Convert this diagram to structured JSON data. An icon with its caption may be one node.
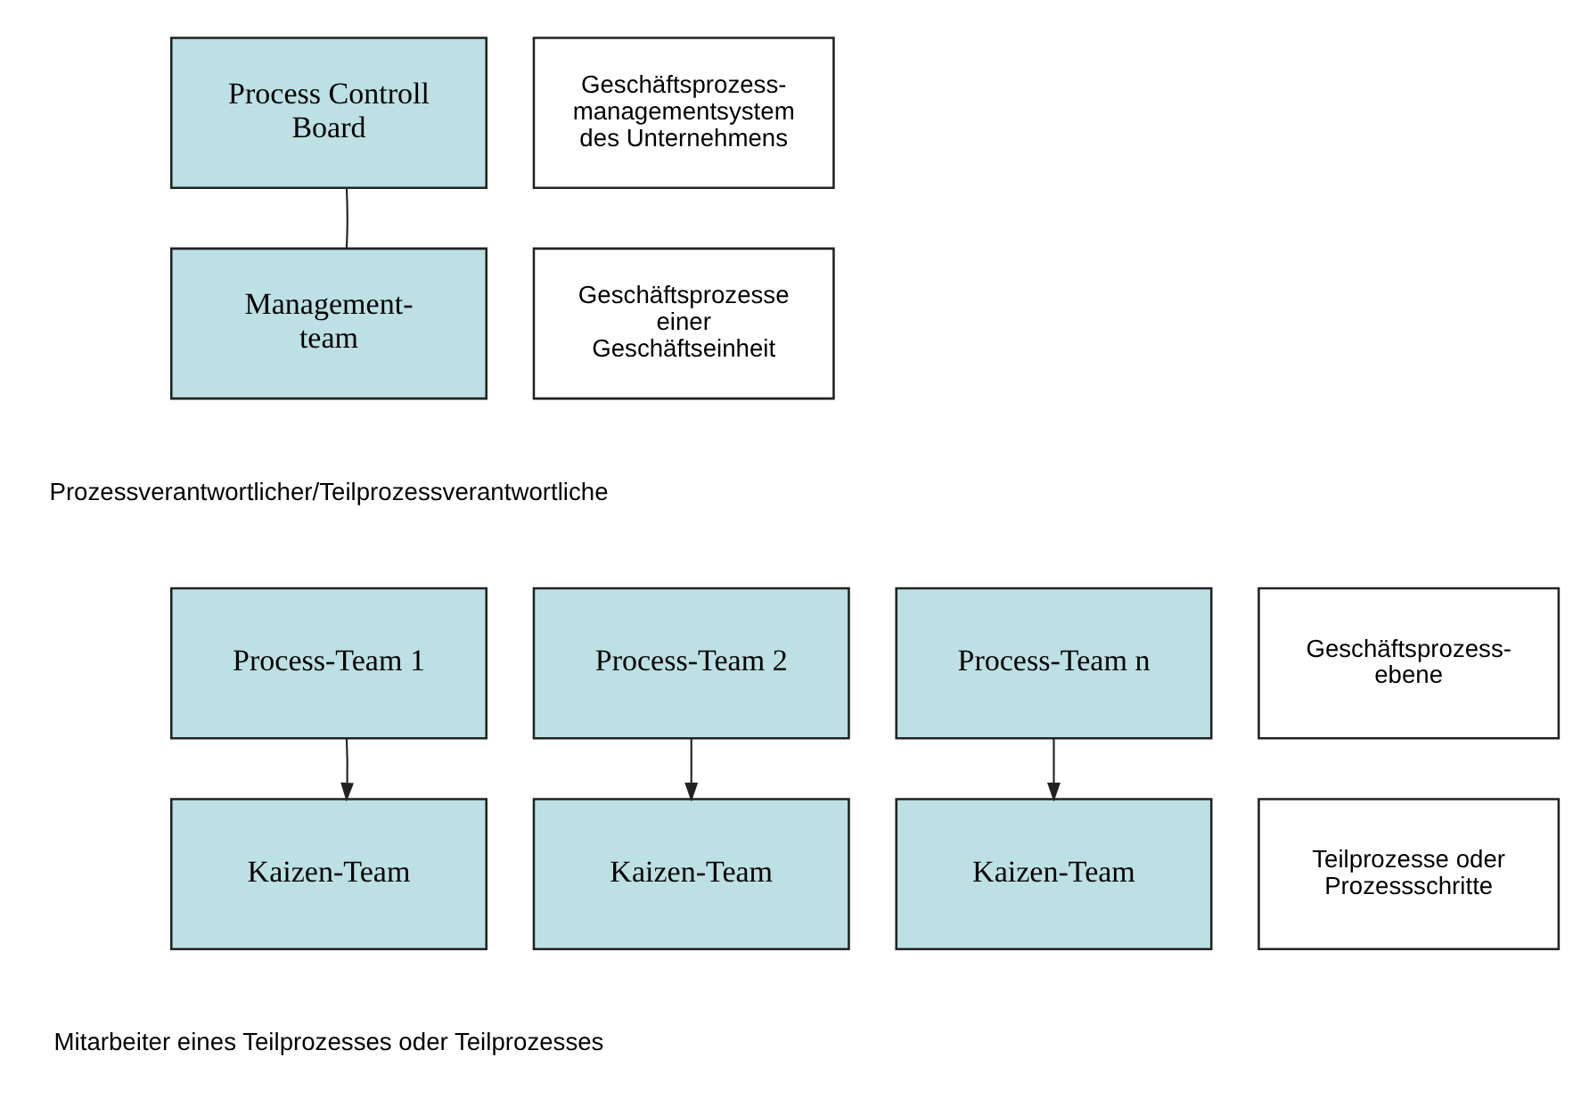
{
  "diagram": {
    "nodes": [
      {
        "text": [
          "Process Controll Board"
        ]
      },
      {
        "text": [
          "Management- team"
        ]
      },
      {
        "text": [
          "Process-Team 1"
        ]
      },
      {
        "text": [
          "Process-Team 2"
        ]
      },
      {
        "text": [
          "Process-Team n"
        ]
      },
      {
        "text": [
          "Kaizen-Team"
        ]
      },
      {
        "text": [
          "Kaizen-Team"
        ]
      },
      {
        "text": [
          "Kaizen-Team"
        ]
      },
      {
        "text": [
          "Geschäftsprozess- managementsystem des Unternehmens"
        ]
      },
      {
        "text": [
          "Geschäftsprozesse einer Geschäftseinheit"
        ]
      },
      {
        "text": [
          "Geschäftsprozess- ebene"
        ]
      },
      {
        "text": [
          "Teilprozesse oder Prozessschritte"
        ]
      }
    ],
    "edges": [
      {
        "from": 0,
        "to": 1,
        "arrow": "none"
      },
      {
        "from": 2,
        "to": 5,
        "arrow": "to"
      },
      {
        "from": 3,
        "to": 6,
        "arrow": "to"
      },
      {
        "from": 4,
        "to": 7,
        "arrow": "to"
      }
    ],
    "labels": [
      "Prozessverantwortlicher/Teilprozessverantwortliche",
      "Mitarbeiter eines Teilprozesses oder Teilprozesses"
    ]
  }
}
